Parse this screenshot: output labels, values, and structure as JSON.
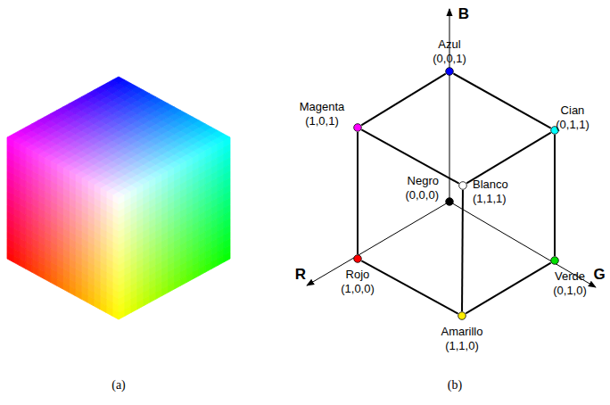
{
  "diagram": {
    "nodes": [
      {
        "text": [
          "Azul",
          "(0,0,1)"
        ]
      },
      {
        "text": [
          "Magenta",
          "(1,0,1)"
        ]
      },
      {
        "text": [
          "Cian",
          "(0,1,1)"
        ]
      },
      {
        "text": [
          "Negro",
          "(0,0,0)"
        ]
      },
      {
        "text": [
          "Blanco",
          "(1,1,1)"
        ]
      },
      {
        "text": [
          "Rojo",
          "(1,0,0)"
        ]
      },
      {
        "text": [
          "Verde",
          "(0,1,0)"
        ]
      },
      {
        "text": [
          "Amarillo",
          "(1,1,0)"
        ]
      }
    ],
    "edges": [
      {
        "from": 0,
        "to": 2,
        "arrow": "none"
      },
      {
        "from": 2,
        "to": 6,
        "arrow": "none"
      },
      {
        "from": 6,
        "to": 7,
        "arrow": "none"
      },
      {
        "from": 7,
        "to": 5,
        "arrow": "none"
      },
      {
        "from": 5,
        "to": 1,
        "arrow": "none"
      },
      {
        "from": 1,
        "to": 0,
        "arrow": "none"
      },
      {
        "from": 4,
        "to": 1,
        "arrow": "none"
      },
      {
        "from": 4,
        "to": 2,
        "arrow": "none"
      },
      {
        "from": 4,
        "to": 7,
        "arrow": "none"
      }
    ],
    "labels": [
      "(a)",
      "(b)",
      "B",
      "R",
      "G"
    ]
  }
}
